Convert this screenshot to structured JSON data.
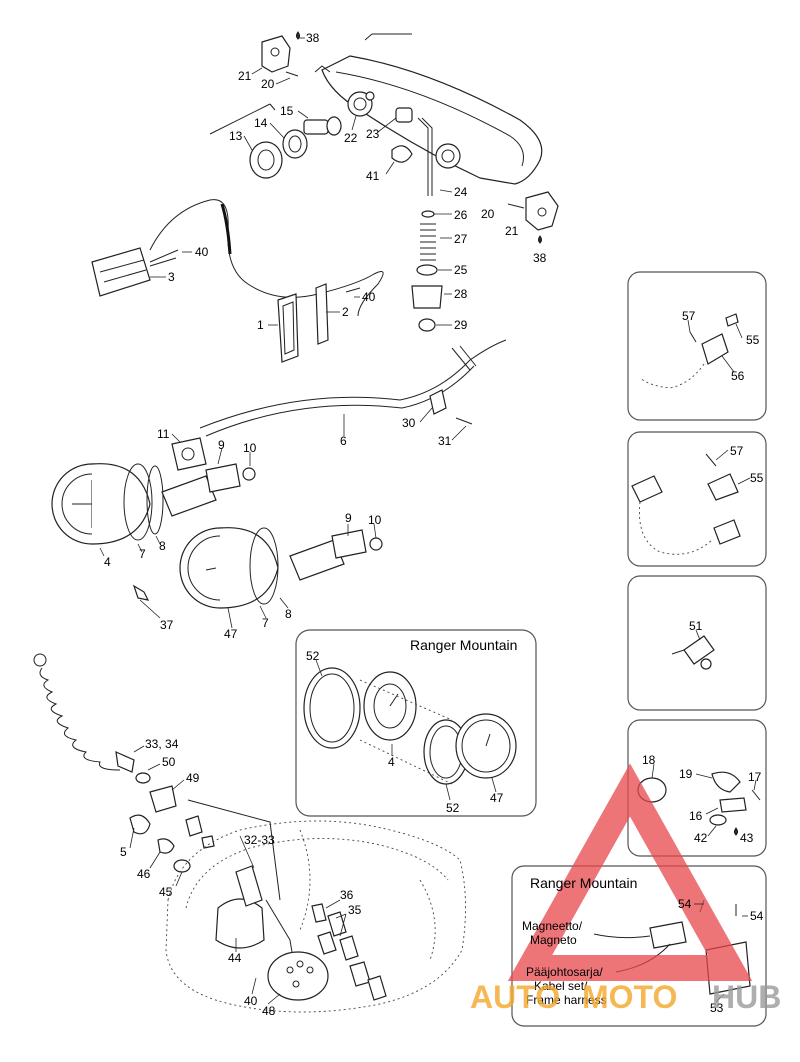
{
  "diagram": {
    "part_labels": [
      {
        "id": "p38a",
        "text": "38"
      },
      {
        "id": "p21a",
        "text": "21"
      },
      {
        "id": "p20a",
        "text": "20"
      },
      {
        "id": "p15",
        "text": "15"
      },
      {
        "id": "p14",
        "text": "14"
      },
      {
        "id": "p13",
        "text": "13"
      },
      {
        "id": "p22",
        "text": "22"
      },
      {
        "id": "p23",
        "text": "23"
      },
      {
        "id": "p41",
        "text": "41"
      },
      {
        "id": "p24",
        "text": "24"
      },
      {
        "id": "p20b",
        "text": "20"
      },
      {
        "id": "p26",
        "text": "26"
      },
      {
        "id": "p27",
        "text": "27"
      },
      {
        "id": "p21b",
        "text": "21"
      },
      {
        "id": "p38b",
        "text": "38"
      },
      {
        "id": "p40a",
        "text": "40"
      },
      {
        "id": "p3",
        "text": "3"
      },
      {
        "id": "p40b",
        "text": "40"
      },
      {
        "id": "p25",
        "text": "25"
      },
      {
        "id": "p28",
        "text": "28"
      },
      {
        "id": "p1",
        "text": "1"
      },
      {
        "id": "p2",
        "text": "2"
      },
      {
        "id": "p29",
        "text": "29"
      },
      {
        "id": "p30",
        "text": "30"
      },
      {
        "id": "p6",
        "text": "6"
      },
      {
        "id": "p31",
        "text": "31"
      },
      {
        "id": "p11",
        "text": "11"
      },
      {
        "id": "p9a",
        "text": "9"
      },
      {
        "id": "p10a",
        "text": "10"
      },
      {
        "id": "p4a",
        "text": "4"
      },
      {
        "id": "p7a",
        "text": "7"
      },
      {
        "id": "p8a",
        "text": "8"
      },
      {
        "id": "p9b",
        "text": "9"
      },
      {
        "id": "p10b",
        "text": "10"
      },
      {
        "id": "p37",
        "text": "37"
      },
      {
        "id": "p47a",
        "text": "47"
      },
      {
        "id": "p7b",
        "text": "7"
      },
      {
        "id": "p8b",
        "text": "8"
      },
      {
        "id": "p3334",
        "text": "33, 34"
      },
      {
        "id": "p50",
        "text": "50"
      },
      {
        "id": "p49",
        "text": "49"
      },
      {
        "id": "p5",
        "text": "5"
      },
      {
        "id": "p3233",
        "text": "32-33"
      },
      {
        "id": "p46",
        "text": "46"
      },
      {
        "id": "p45",
        "text": "45"
      },
      {
        "id": "p36",
        "text": "36"
      },
      {
        "id": "p35",
        "text": "35"
      },
      {
        "id": "p44",
        "text": "44"
      },
      {
        "id": "p40c",
        "text": "40"
      },
      {
        "id": "p48",
        "text": "48"
      },
      {
        "id": "p52a",
        "text": "52"
      },
      {
        "id": "p4b",
        "text": "4"
      },
      {
        "id": "p52b",
        "text": "52"
      },
      {
        "id": "p47b",
        "text": "47"
      },
      {
        "id": "p57a",
        "text": "57"
      },
      {
        "id": "p55a",
        "text": "55"
      },
      {
        "id": "p56",
        "text": "56"
      },
      {
        "id": "p57b",
        "text": "57"
      },
      {
        "id": "p55b",
        "text": "55"
      },
      {
        "id": "p51",
        "text": "51"
      },
      {
        "id": "p18",
        "text": "18"
      },
      {
        "id": "p19",
        "text": "19"
      },
      {
        "id": "p17",
        "text": "17"
      },
      {
        "id": "p16",
        "text": "16"
      },
      {
        "id": "p42",
        "text": "42"
      },
      {
        "id": "p43",
        "text": "43"
      },
      {
        "id": "p54a",
        "text": "54"
      },
      {
        "id": "p54b",
        "text": "54"
      },
      {
        "id": "p53",
        "text": "53"
      }
    ],
    "panel_gauges_title": "Ranger Mountain",
    "panel_harness_title": "Ranger Mountain",
    "harness_labels": {
      "magneto_1": "Magneetto/",
      "magneto_2": "Magneto",
      "frame_1": "Pääjohtosarja/",
      "frame_2": "Kabel set/",
      "frame_3": "Frame harness"
    },
    "watermark": {
      "auto": "AUTO",
      "moto": "MOTO",
      "hub": "HUB"
    },
    "colors": {
      "line": "#222222",
      "panel_border": "#555555",
      "watermark_red": "#e8474a",
      "watermark_orange": "#f5a72b",
      "watermark_grey": "#9a9a9a"
    }
  }
}
